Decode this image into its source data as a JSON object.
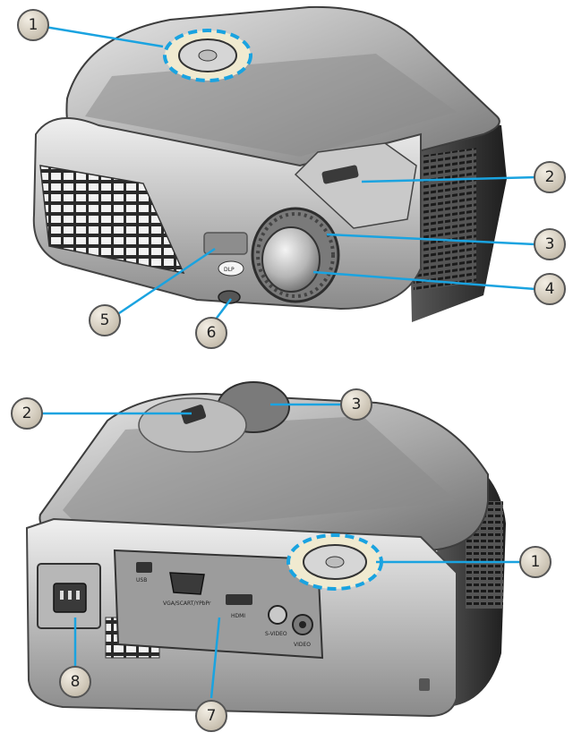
{
  "colors": {
    "leader": "#1aa3e0",
    "callout_fill": "#d9d2c5",
    "callout_stroke": "#555555",
    "body_light": "#d8d8d8",
    "body_dark": "#3a3a3a",
    "top_panel": "#9a9a9a"
  },
  "callouts": [
    {
      "id": "c1-top",
      "label": "1"
    },
    {
      "id": "c2-top",
      "label": "2"
    },
    {
      "id": "c3-top",
      "label": "3"
    },
    {
      "id": "c4-top",
      "label": "4"
    },
    {
      "id": "c5-top",
      "label": "5"
    },
    {
      "id": "c6-top",
      "label": "6"
    },
    {
      "id": "c2-bottom",
      "label": "2"
    },
    {
      "id": "c3-bottom",
      "label": "3"
    },
    {
      "id": "c1-bottom",
      "label": "1"
    },
    {
      "id": "c7-bottom",
      "label": "7"
    },
    {
      "id": "c8-bottom",
      "label": "8"
    }
  ],
  "device_labels": {
    "top_logo": "DLP",
    "port_usb": "USB",
    "port_vga": "VGA/SCART/YPbPr",
    "port_hdmi": "HDMI",
    "port_svideo": "S-VIDEO",
    "port_video": "VIDEO"
  }
}
